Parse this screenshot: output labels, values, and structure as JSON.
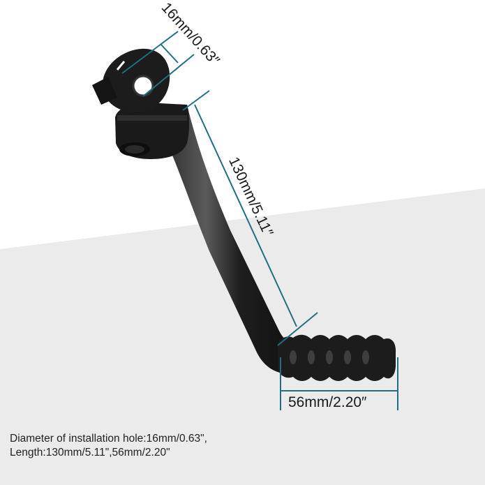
{
  "product": {
    "name": "Kick Start Lever",
    "color": "#1c1c1c"
  },
  "background": {
    "top_color": "#ffffff",
    "floor_color": "#ebebeb"
  },
  "dimension_line_color": "#1f6f82",
  "dimensions": {
    "hole_diameter": {
      "label": "16mm/0.63″"
    },
    "arm_length": {
      "label": "130mm/5.11″"
    },
    "pedal_length": {
      "label": "56mm/2.20″"
    }
  },
  "caption": {
    "line1": "Diameter of installation hole:16mm/0.63\",",
    "line2": "Length:130mm/5.11\",56mm/2.20\""
  }
}
